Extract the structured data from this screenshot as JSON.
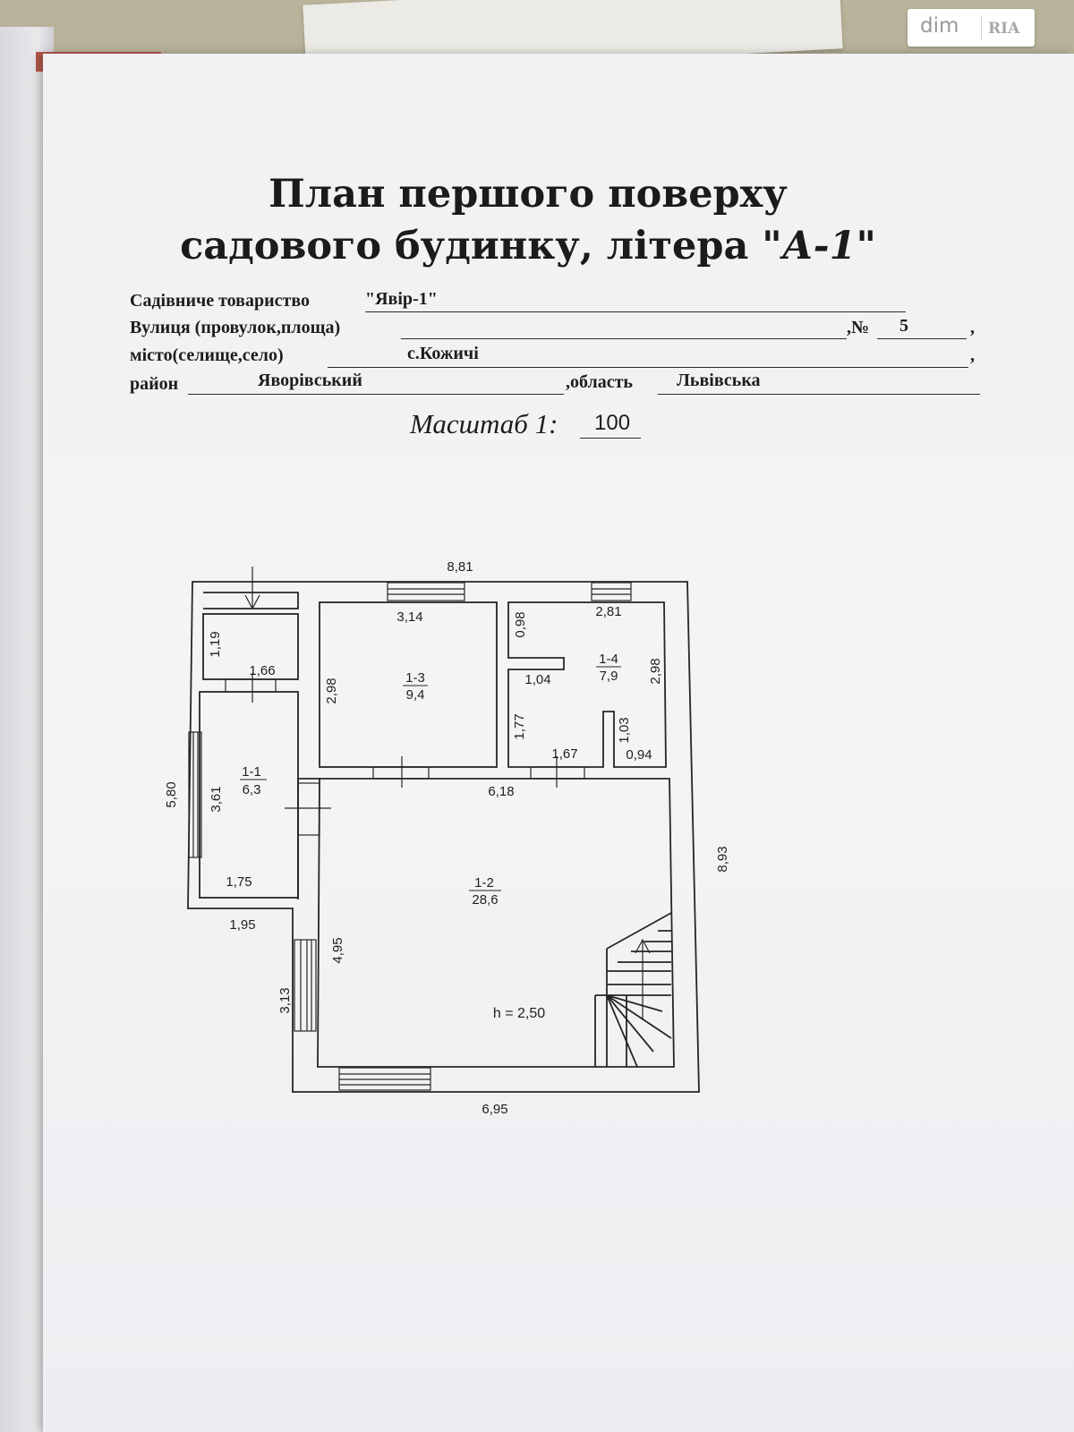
{
  "title": {
    "line1": "План першого поверху",
    "line2_main": "садового будинку, літера \"",
    "line2_italic": "А-1",
    "line2_end": "\""
  },
  "form": {
    "society_label": "Садівниче товариство",
    "society_value": "\"Явір-1\"",
    "street_label": "Вулиця (провулок,площа)",
    "number_label": ",№",
    "number_value": "5",
    "comma1": ",",
    "city_label": "місто(селище,село)",
    "city_value": "с.Кожичі",
    "comma2": ",",
    "district_label": "район",
    "district_value": "Яворівський",
    "oblast_label": ",область",
    "oblast_value": "Львівська"
  },
  "scale": {
    "label": "Масштаб 1:",
    "value": "100"
  },
  "plan": {
    "overall_top": "8,81",
    "overall_right": "8,93",
    "overall_bottom": "6,95",
    "overall_left": "5,80",
    "ext_1_95": "1,95",
    "ext_3_13": "3,13",
    "rooms": [
      {
        "id": "1-1",
        "area": "6,3"
      },
      {
        "id": "1-2",
        "area": "28,6"
      },
      {
        "id": "1-3",
        "area": "9,4"
      },
      {
        "id": "1-4",
        "area": "7,9"
      }
    ],
    "dims": {
      "d1_19": "1,19",
      "d1_66": "1,66",
      "d3_61": "3,61",
      "d1_75": "1,75",
      "d3_14": "3,14",
      "d2_98a": "2,98",
      "d2_81": "2,81",
      "d0_98": "0,98",
      "d1_04": "1,04",
      "d2_98b": "2,98",
      "d1_77": "1,77",
      "d1_03": "1,03",
      "d1_67": "1,67",
      "d0_94": "0,94",
      "d6_18": "6,18",
      "d4_95": "4,95"
    },
    "height": "h = 2,50"
  },
  "watermark": {
    "text1": "dim",
    "text2": "RIA"
  }
}
